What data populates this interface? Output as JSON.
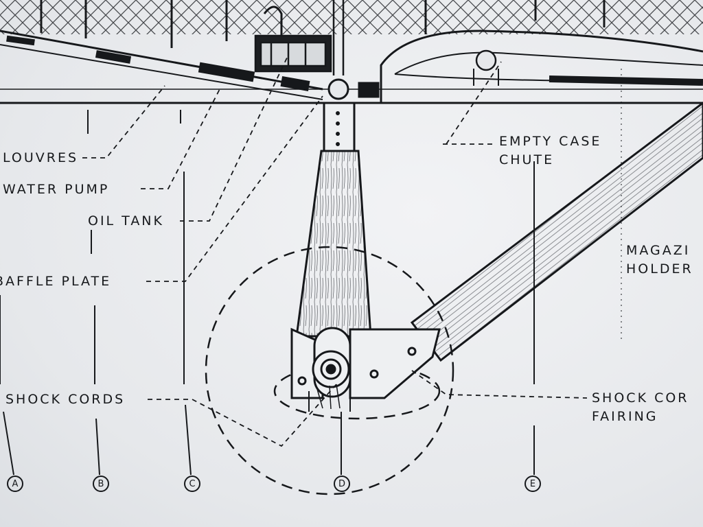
{
  "labels": {
    "louvres": "LOUVRES",
    "water_pump": "WATER PUMP",
    "oil_tank": "OIL TANK",
    "baffle_plate": "BAFFLE PLATE",
    "shock_cords": "SHOCK CORDS",
    "empty_case_chute": [
      "EMPTY CASE",
      "CHUTE"
    ],
    "magazine_holder": [
      "MAGAZI",
      "HOLDER"
    ],
    "shock_cord_fairing": [
      "SHOCK COR",
      "FAIRING"
    ]
  },
  "stations": [
    "A",
    "B",
    "C",
    "D",
    "E"
  ],
  "colors": {
    "ink": "#16181b",
    "paper": "#eef0f2"
  }
}
